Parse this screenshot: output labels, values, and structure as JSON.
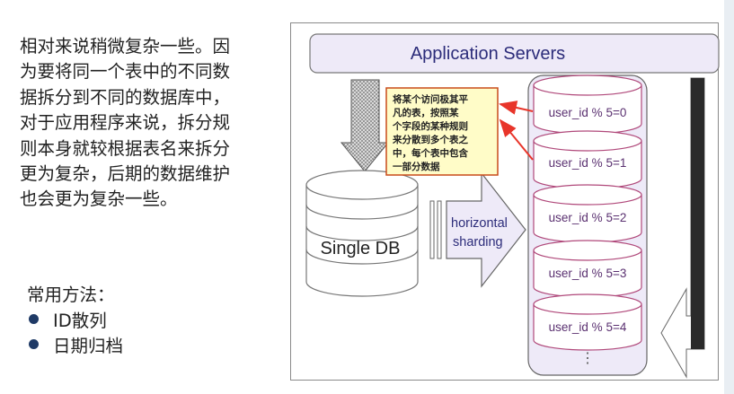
{
  "description_text": "相对来说稍微复杂一些。因\n为要将同一个表中的不同数\n据拆分到不同的数据库中，\n对于应用程序来说，拆分规\n则本身就较根据表名来拆分\n更为复杂，后期的数据维护\n也会更为复杂一些。",
  "methods": {
    "title": "常用方法：",
    "items": [
      "ID散列",
      "日期归档"
    ]
  },
  "diagram": {
    "app_servers_label": "Application  Servers",
    "single_db_label": "Single DB",
    "arrow_label_line1": "horizontal",
    "arrow_label_line2": "sharding",
    "note_lines": [
      "将某个访问极其平",
      "凡的表，按照某",
      "个字段的某种规则",
      "来分散到多个表之",
      "中，每个表中包含",
      "一部分数据"
    ],
    "shards": [
      "user_id % 5=0",
      "user_id % 5=1",
      "user_id % 5=2",
      "user_id % 5=3",
      "user_id % 5=4"
    ],
    "ellipsis": "⋮",
    "colors": {
      "app_bar_fill": "#eeeaf8",
      "shard_container_fill": "#eeeaf8",
      "cylinder_stroke": "#b0487a",
      "note_fill": "#fffcc8",
      "note_arrow": "#e8352a",
      "sharding_arrow_fill": "#eeeaf8"
    }
  }
}
